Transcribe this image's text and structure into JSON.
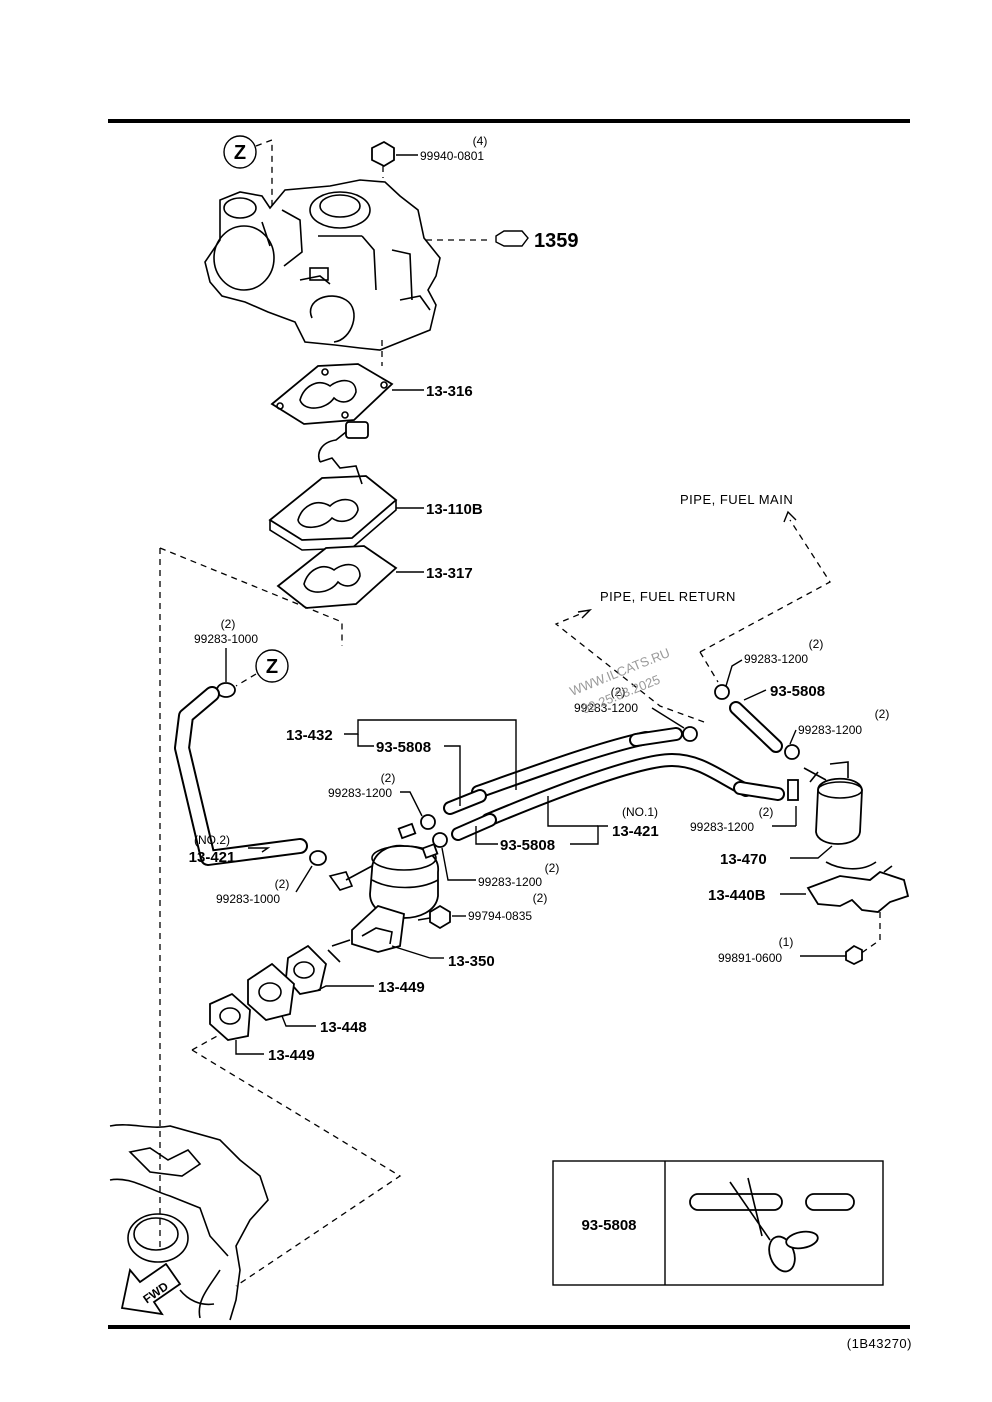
{
  "diagram_code": "(1B43270)",
  "ref_marker": "Z",
  "fwd_label": "FWD",
  "section_ref": "1359",
  "watermark": [
    "WWW.ILCATS.RU",
    "09.25.03.2025"
  ],
  "callouts": {
    "bolt_top": {
      "qty": "(4)",
      "part": "99940-0801"
    },
    "gasket_upper": {
      "part": "13-316"
    },
    "insulator": {
      "part": "13-110B"
    },
    "gasket_lower": {
      "part": "13-317"
    },
    "clip_z": {
      "qty": "(2)",
      "part": "99283-1000"
    },
    "clip_return": {
      "qty": "(2)",
      "part": "99283-1200"
    },
    "clip_main_top": {
      "qty": "(2)",
      "part": "99283-1200"
    },
    "hose_main": {
      "part": "93-5808"
    },
    "clip_filter": {
      "qty": "(2)",
      "part": "99283-1200"
    },
    "pipe_group": {
      "part": "13-432"
    },
    "hose_upper": {
      "part": "93-5808"
    },
    "clip_pump_upper": {
      "qty": "(2)",
      "part": "99283-1200"
    },
    "pipe_no1": {
      "qty": "(NO.1)",
      "part": "13-421"
    },
    "hose_lower": {
      "part": "93-5808"
    },
    "clip_pump_lower": {
      "qty": "(2)",
      "part": "99283-1200"
    },
    "clip_filter_low": {
      "qty": "(2)",
      "part": "99283-1200"
    },
    "filter": {
      "part": "13-470"
    },
    "pipe_no2": {
      "qty": "(NO.2)",
      "part": "13-421"
    },
    "clip_no2": {
      "qty": "(2)",
      "part": "99283-1000"
    },
    "pump_bolt": {
      "qty": "(2)",
      "part": "99794-0835"
    },
    "pump": {
      "part": "13-350"
    },
    "bracket": {
      "part": "13-440B"
    },
    "bracket_bolt": {
      "qty": "(1)",
      "part": "99891-0600"
    },
    "gasket_a": {
      "part": "13-449"
    },
    "insulator_b": {
      "part": "13-448"
    },
    "gasket_c": {
      "part": "13-449"
    }
  },
  "pipe_labels": {
    "main": "PIPE, FUEL  MAIN",
    "return": "PIPE, FUEL  RETURN"
  },
  "inset": {
    "part": "93-5808"
  }
}
